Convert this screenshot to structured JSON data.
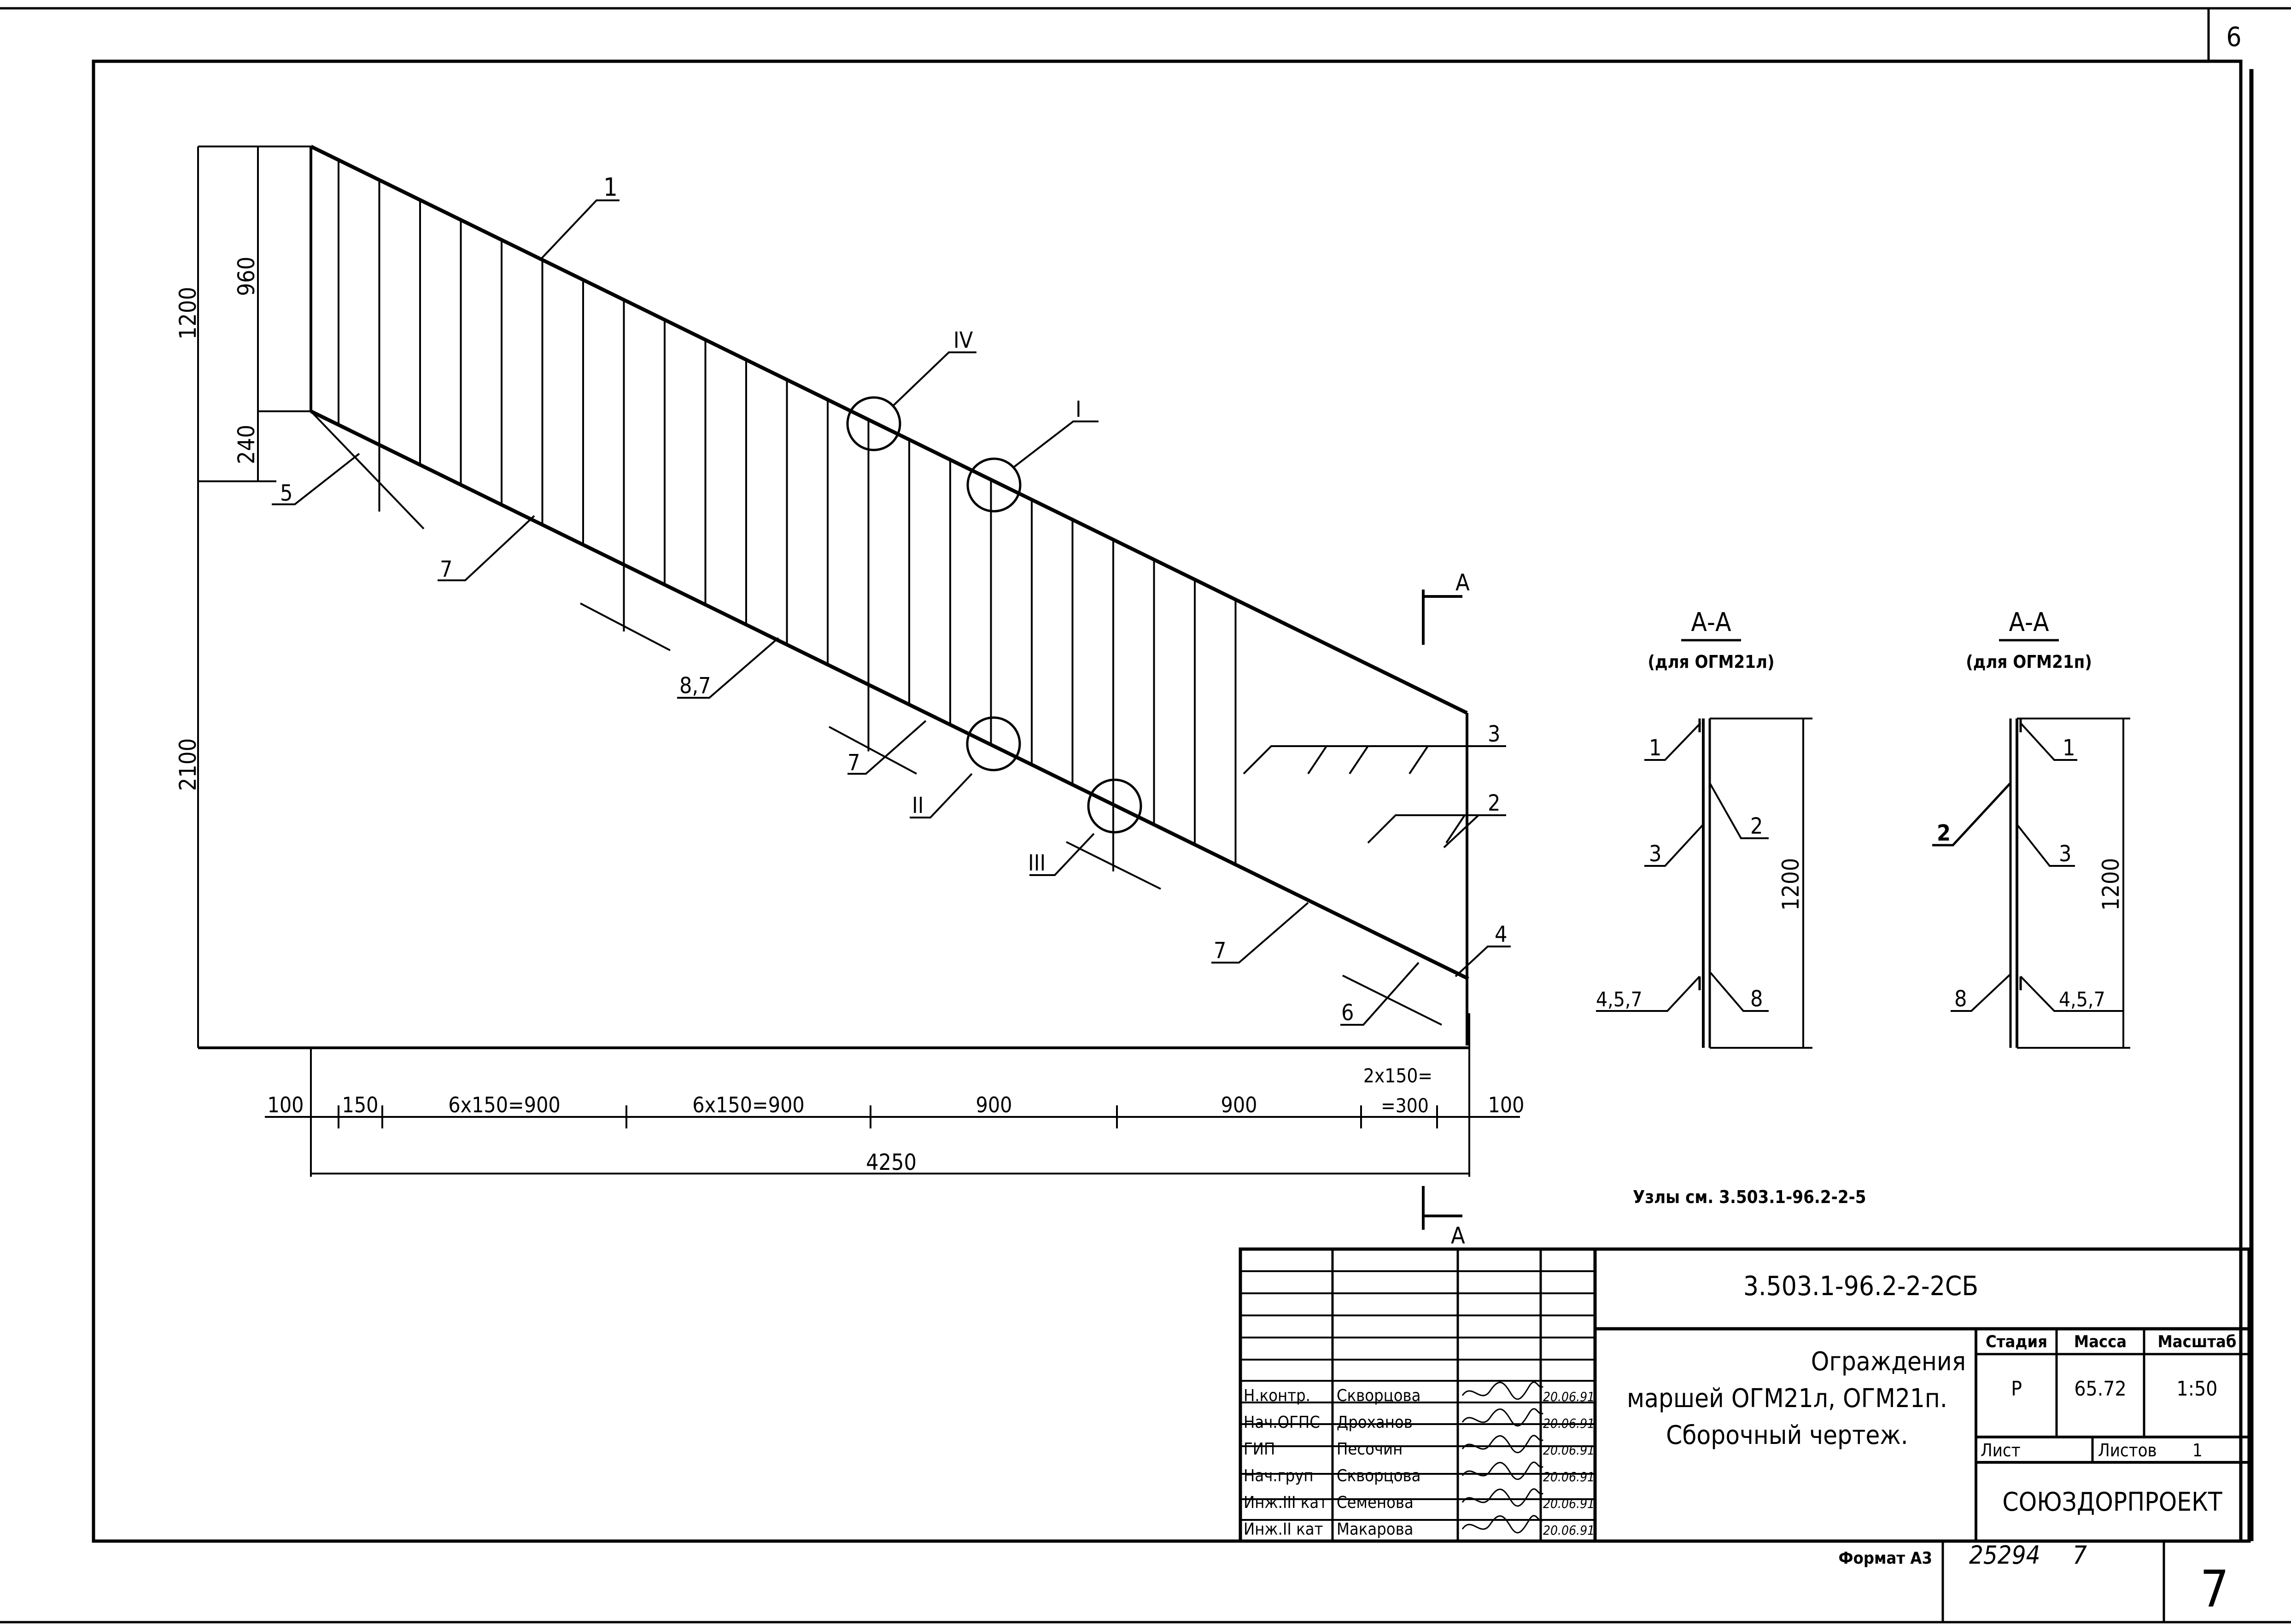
{
  "sheet": {
    "sheet_no_top": "6",
    "page_no_bottom": "7",
    "format_label": "Формат А3",
    "inventory_no": "25294",
    "inventory_suffix": "7",
    "nodes_note": "Узлы см. 3.503.1-96.2-2-5"
  },
  "main_view": {
    "dim_1200": "1200",
    "dim_960": "960",
    "dim_240": "240",
    "dim_2100": "2100",
    "bottom_dims": [
      "100",
      "150",
      "6x150=900",
      "6x150=900",
      "900",
      "900",
      "2x150=",
      "=300",
      "100"
    ],
    "total_dim": "4250",
    "section_letter_top": "А",
    "section_letter_bottom": "А",
    "callouts": {
      "c_1_top": "1",
      "c_IV": "IV",
      "c_I": "I",
      "c_5": "5",
      "c_7a": "7",
      "c_87": "8,7",
      "c_7b": "7",
      "c_II": "II",
      "c_III": "III",
      "c_7c": "7",
      "c_6": "6",
      "c_3": "3",
      "c_2": "2",
      "c_4": "4"
    }
  },
  "section_left": {
    "title": "А-А",
    "subtitle": "(для ОГМ21л)",
    "labels": {
      "l1": "1",
      "l3": "3",
      "l457": "4,5,7",
      "r2": "2",
      "r8": "8"
    },
    "height_dim": "1200"
  },
  "section_right": {
    "title": "А-А",
    "subtitle": "(для ОГМ21п)",
    "labels": {
      "l2": "2",
      "l8": "8",
      "r1": "1",
      "r3": "3",
      "r457": "4,5,7"
    },
    "height_dim": "1200"
  },
  "title_block": {
    "code": "3.503.1-96.2-2-2СБ",
    "title_line1": "Ограждения",
    "title_line2": "маршей ОГМ21л, ОГМ21п.",
    "title_line3": "Сборочный чертеж.",
    "stage_header": "Стадия",
    "mass_header": "Масса",
    "scale_header": "Масштаб",
    "stage": "Р",
    "mass": "65.72",
    "scale": "1:50",
    "sheet_label": "Лист",
    "sheets_label": "Листов",
    "sheets_count": "1",
    "organization": "СОЮЗДОРПРОЕКТ",
    "signatures": [
      {
        "role": "Н.контр.",
        "name": "Скворцова",
        "date": "20.06.91"
      },
      {
        "role": "Нач.ОГПС",
        "name": "Дроханов",
        "date": "20.06.91"
      },
      {
        "role": "ГИП",
        "name": "Песочин",
        "date": "20.06.91"
      },
      {
        "role": "Нач.груп",
        "name": "Скворцова",
        "date": "20.06.91"
      },
      {
        "role": "Инж.III кат",
        "name": "Семенова",
        "date": "20.06.91"
      },
      {
        "role": "Инж.II кат",
        "name": "Макарова",
        "date": "20.06.91"
      }
    ]
  }
}
